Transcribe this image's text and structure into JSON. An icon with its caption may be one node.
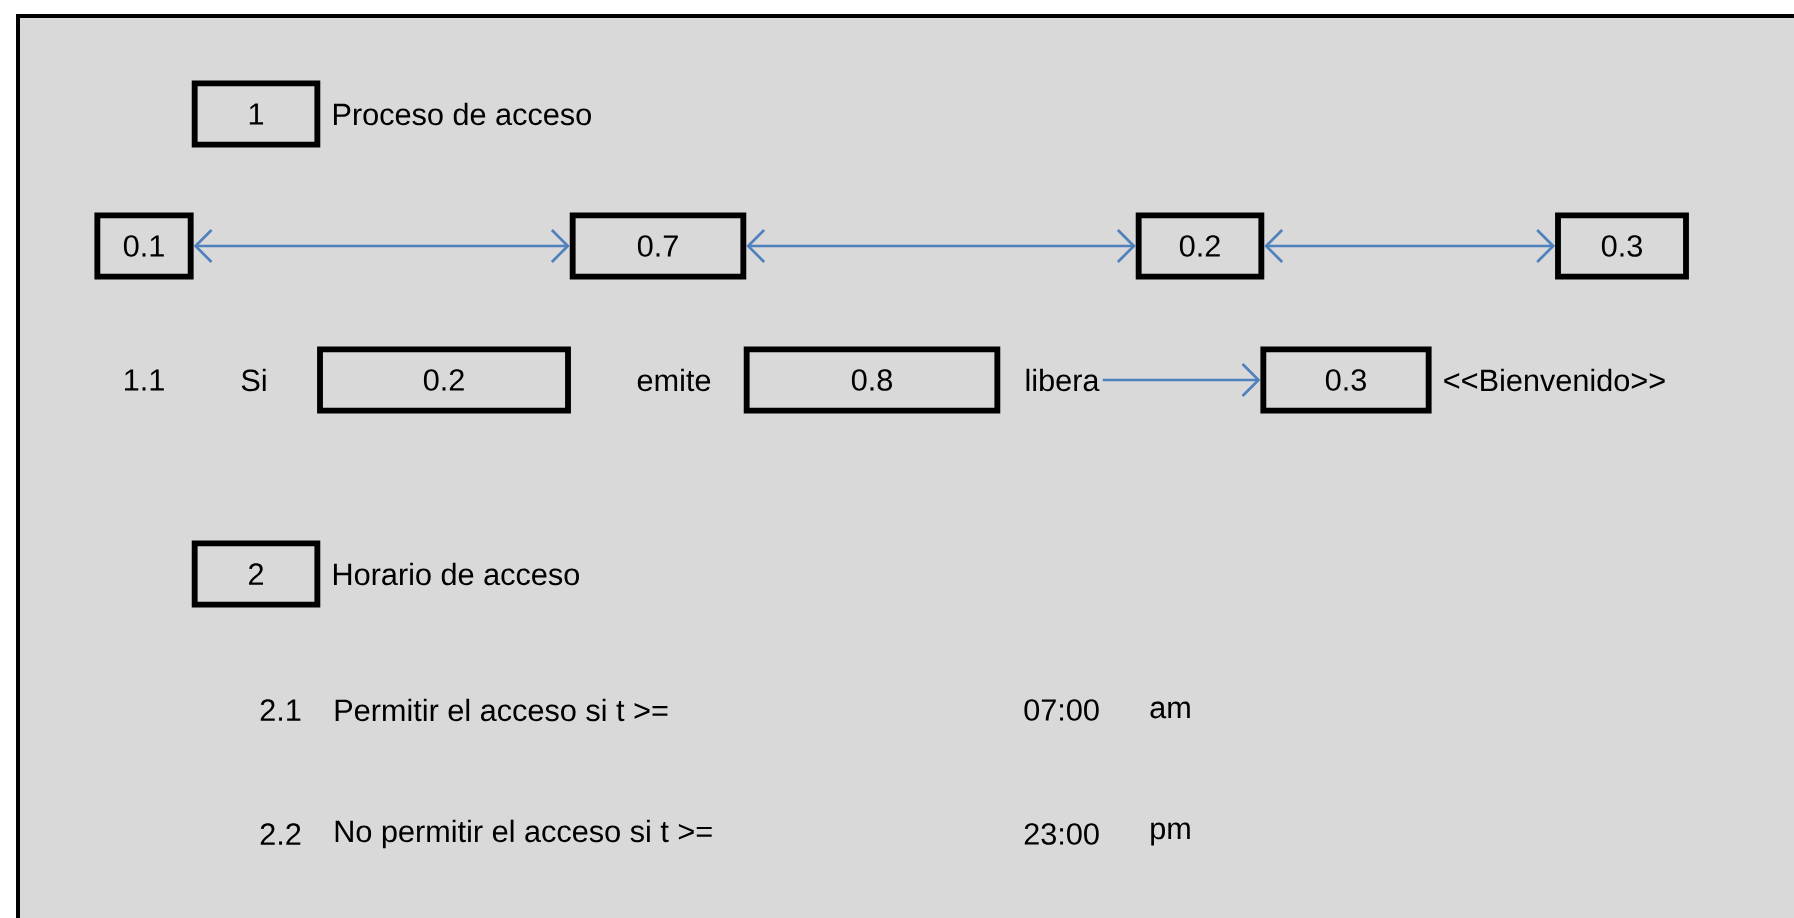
{
  "diagram": {
    "nodes": [
      {
        "text": [
          "1"
        ],
        "beside": [
          "Proceso de acceso"
        ]
      },
      {
        "text": [
          "0.1"
        ]
      },
      {
        "text": [
          "0.7"
        ]
      },
      {
        "text": [
          "0.2"
        ]
      },
      {
        "text": [
          "0.3"
        ]
      },
      {
        "text": [
          "0.2"
        ]
      },
      {
        "text": [
          "0.8"
        ]
      },
      {
        "text": [
          "libera"
        ]
      },
      {
        "text": [
          "0.3"
        ],
        "beside": [
          "<<Bienvenido>>"
        ]
      },
      {
        "text": [
          "2"
        ],
        "beside": [
          "Horario de acceso"
        ]
      }
    ],
    "edges": [
      {
        "from": 1,
        "to": 2,
        "arrow": "both",
        "color": "#4f81bd"
      },
      {
        "from": 2,
        "to": 3,
        "arrow": "both",
        "color": "#4f81bd"
      },
      {
        "from": 3,
        "to": 4,
        "arrow": "both",
        "color": "#4f81bd"
      },
      {
        "from": 7,
        "to": 8,
        "arrow": "to",
        "color": "#4f81bd"
      }
    ],
    "labels": [
      "1.1",
      "Si",
      "emite",
      "2.1",
      "Permitir el acceso si t >=",
      "07:00",
      "am",
      "2.2",
      "No permitir el acceso si t >=",
      "23:00",
      "pm"
    ]
  }
}
